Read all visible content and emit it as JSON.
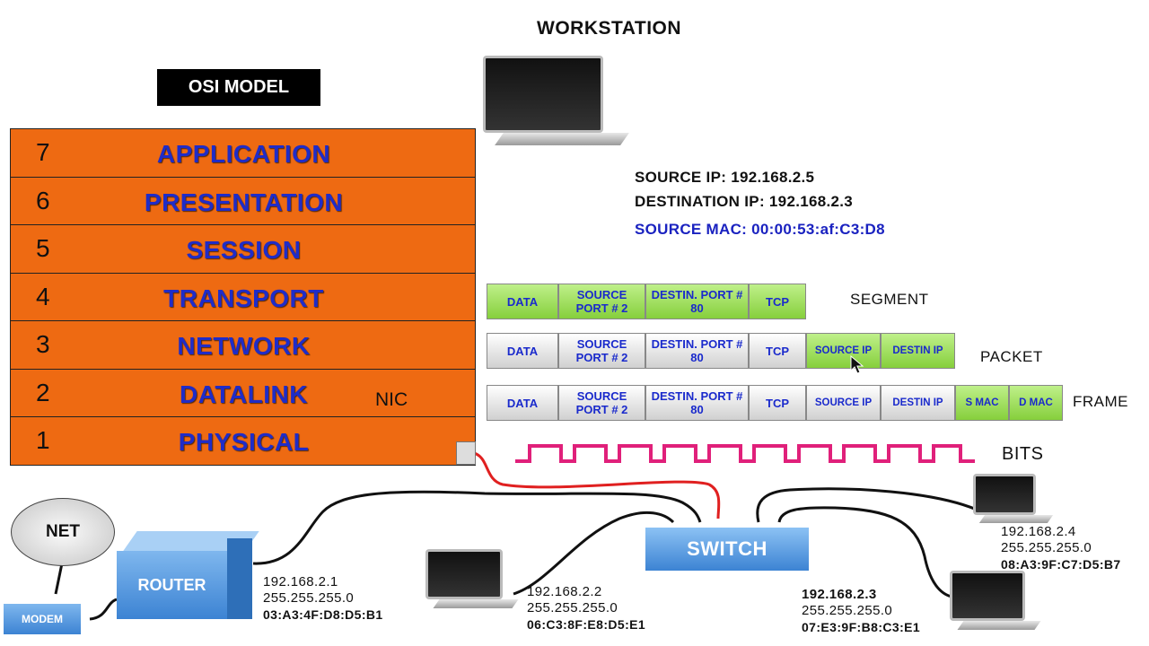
{
  "title": "WORKSTATION",
  "osi_title": "OSI MODEL",
  "layers": [
    {
      "num": "7",
      "name": "APPLICATION"
    },
    {
      "num": "6",
      "name": "PRESENTATION"
    },
    {
      "num": "5",
      "name": "SESSION"
    },
    {
      "num": "4",
      "name": "TRANSPORT"
    },
    {
      "num": "3",
      "name": "NETWORK"
    },
    {
      "num": "2",
      "name": "DATALINK"
    },
    {
      "num": "1",
      "name": "PHYSICAL"
    }
  ],
  "nic_label": "NIC",
  "workstation": {
    "source_ip": "SOURCE IP: 192.168.2.5",
    "dest_ip": "DESTINATION IP: 192.168.2.3",
    "source_mac": "SOURCE MAC:  00:00:53:af:C3:D8"
  },
  "encapsulation": {
    "segment": {
      "label": "SEGMENT",
      "cells": [
        "DATA",
        "SOURCE PORT # 2",
        "DESTIN. PORT # 80",
        "TCP"
      ]
    },
    "packet": {
      "label": "PACKET",
      "cells": [
        "DATA",
        "SOURCE PORT # 2",
        "DESTIN. PORT # 80",
        "TCP",
        "SOURCE IP",
        "DESTIN IP"
      ]
    },
    "frame": {
      "label": "FRAME",
      "cells": [
        "DATA",
        "SOURCE PORT # 2",
        "DESTIN. PORT # 80",
        "TCP",
        "SOURCE IP",
        "DESTIN IP",
        "S MAC",
        "D MAC"
      ]
    },
    "bits": {
      "label": "BITS"
    }
  },
  "network": {
    "net_label": "NET",
    "router_label": "ROUTER",
    "modem_label": "MODEM",
    "switch_label": "SWITCH",
    "router": {
      "ip": "192.168.2.1",
      "mask": "255.255.255.0",
      "mac": "03:A3:4F:D8:D5:B1"
    },
    "host2": {
      "ip": "192.168.2.2",
      "mask": "255.255.255.0",
      "mac": "06:C3:8F:E8:D5:E1"
    },
    "host3": {
      "ip": "192.168.2.3",
      "mask": "255.255.255.0",
      "mac": "07:E3:9F:B8:C3:E1"
    },
    "host4": {
      "ip": "192.168.2.4",
      "mask": "255.255.255.0",
      "mac": "08:A3:9F:C7:D5:B7"
    }
  },
  "colors": {
    "layer_fill": "#ee6a12",
    "layer_text": "#1f2cc8",
    "green_cell": "#9ad85a",
    "bits_wave": "#e0207a",
    "link_red": "#e02020"
  }
}
